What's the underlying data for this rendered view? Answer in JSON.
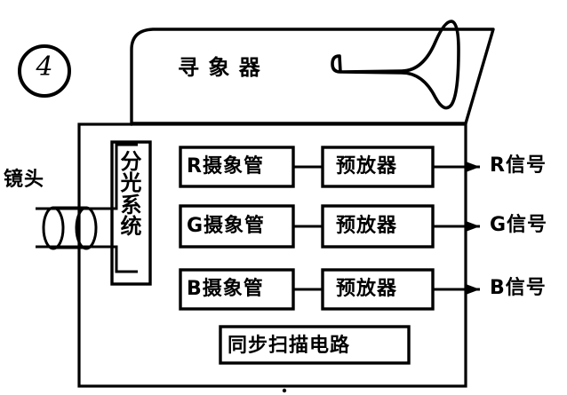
{
  "figure": {
    "number": "4",
    "number_shape": "circled"
  },
  "title_label": {
    "text": "寻 象 器",
    "name": "viewfinder"
  },
  "left_label": {
    "text": "镜头",
    "name": "lens"
  },
  "splitter": {
    "text": "分光系统",
    "chars": [
      "分",
      "光",
      "系",
      "统"
    ]
  },
  "rows": [
    {
      "tube": "R摄象管",
      "amp": "预放器",
      "output": "R信号",
      "channel": "R"
    },
    {
      "tube": "G摄象管",
      "amp": "预放器",
      "output": "G信号",
      "channel": "G"
    },
    {
      "tube": "B摄象管",
      "amp": "预放器",
      "output": "B信号",
      "channel": "B"
    }
  ],
  "sync_circuit": {
    "text": "同步扫描电路"
  },
  "colors": {
    "ink": "#000000",
    "paper": "#ffffff"
  }
}
